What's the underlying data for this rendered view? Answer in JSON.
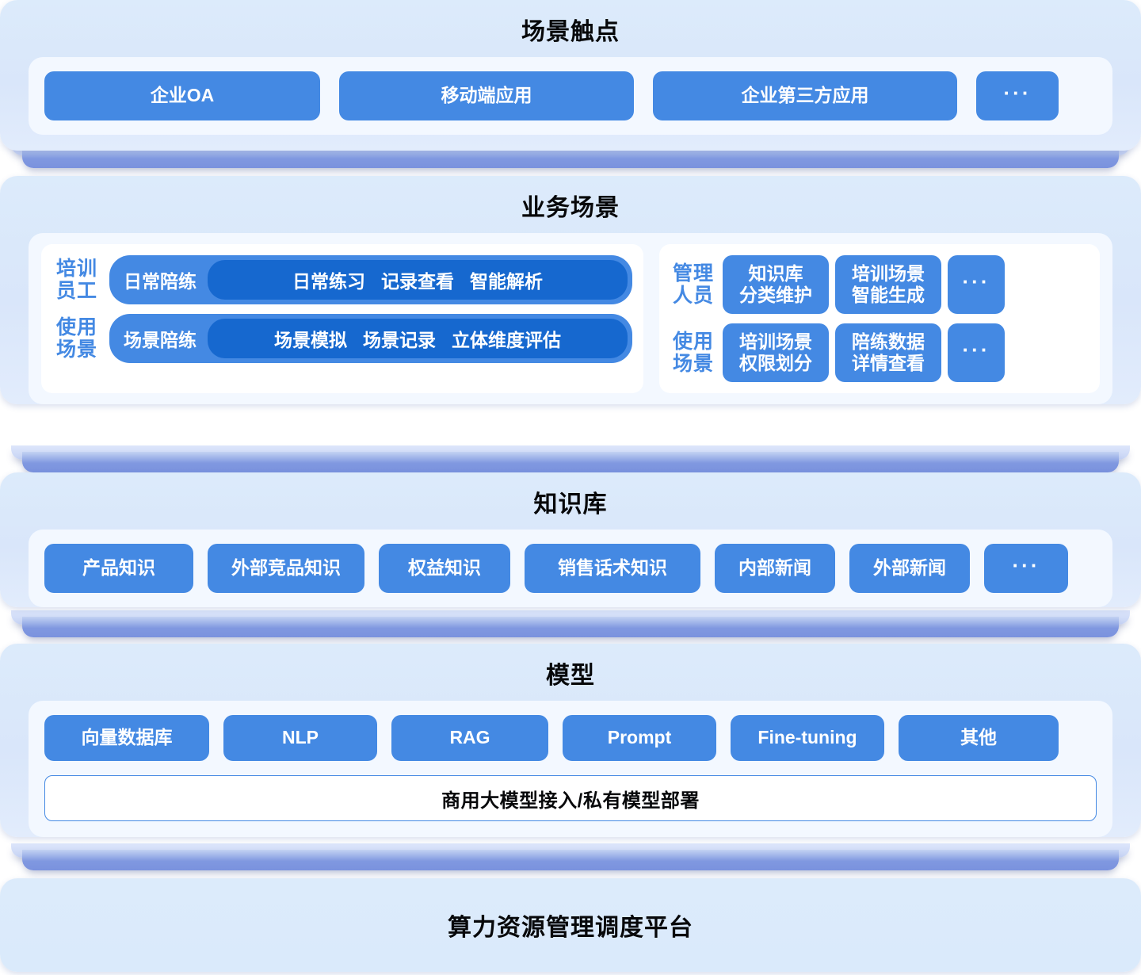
{
  "theme": {
    "accent_blue": "#4489e3",
    "accent_blue_dark": "#1668cf",
    "section_bg": "#dcebfb",
    "panel_bg": "#f3f8ff",
    "slab_blue": "#8098e0",
    "title_color": "#07080a"
  },
  "sections": {
    "touchpoints": {
      "title": "场景触点",
      "items": [
        {
          "label": "企业OA"
        },
        {
          "label": "移动端应用"
        },
        {
          "label": "企业第三方应用"
        },
        {
          "label": "···"
        }
      ]
    },
    "business": {
      "title": "业务场景",
      "left_group": {
        "rows": [
          {
            "category": "培训\n员工",
            "category_line1": "培训",
            "category_line2": "员工",
            "head": "日常陪练",
            "sub_items": [
              "日常练习",
              "记录查看",
              "智能解析"
            ]
          },
          {
            "category": "使用\n场景",
            "category_line1": "使用",
            "category_line2": "场景",
            "head": "场景陪练",
            "sub_items": [
              "场景模拟",
              "场景记录",
              "立体维度评估"
            ]
          }
        ]
      },
      "right_group": {
        "rows": [
          {
            "category_line1": "管理",
            "category_line2": "人员",
            "items": [
              {
                "line1": "知识库",
                "line2": "分类维护"
              },
              {
                "line1": "培训场景",
                "line2": "智能生成"
              },
              {
                "line1": "···",
                "line2": ""
              }
            ]
          },
          {
            "category_line1": "使用",
            "category_line2": "场景",
            "items": [
              {
                "line1": "培训场景",
                "line2": "权限划分"
              },
              {
                "line1": "陪练数据",
                "line2": "详情查看"
              },
              {
                "line1": "···",
                "line2": ""
              }
            ]
          }
        ]
      }
    },
    "knowledge_base": {
      "title": "知识库",
      "items": [
        {
          "label": "产品知识"
        },
        {
          "label": "外部竞品知识"
        },
        {
          "label": "权益知识"
        },
        {
          "label": "销售话术知识"
        },
        {
          "label": "内部新闻"
        },
        {
          "label": "外部新闻"
        },
        {
          "label": "···"
        }
      ]
    },
    "model": {
      "title": "模型",
      "items": [
        {
          "label": "向量数据库"
        },
        {
          "label": "NLP"
        },
        {
          "label": "RAG"
        },
        {
          "label": "Prompt"
        },
        {
          "label": "Fine-tuning"
        },
        {
          "label": "其他"
        }
      ],
      "deployment_bar": "商用大模型接入/私有模型部署"
    },
    "platform": {
      "title": "算力资源管理调度平台"
    }
  }
}
